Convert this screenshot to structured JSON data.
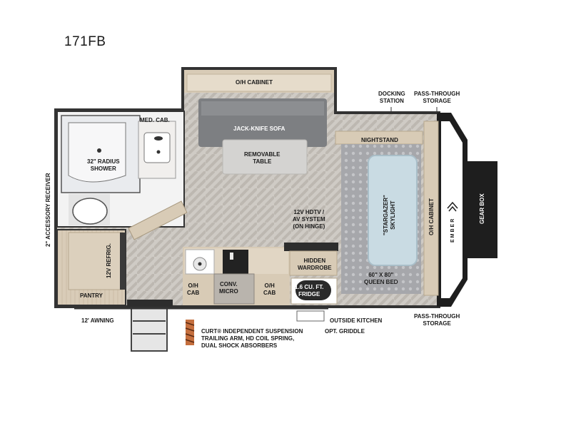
{
  "model": "171FB",
  "labels": {
    "oh_cabinet_top": "O/H CABINET",
    "docking_station": "DOCKING\nSTATION",
    "pass_through_top": "PASS-THROUGH\nSTORAGE",
    "med_cab": "MED. CAB.",
    "jack_knife_sofa": "JACK-KNIFE SOFA",
    "nightstand": "NIGHTSTAND",
    "shower": "32\" RADIUS\nSHOWER",
    "removable_table": "REMOVABLE\nTABLE",
    "accessory_receiver": "2\" ACCESSORY RECEIVER",
    "stargazer": "\"STARGAZER\"\nSKYLIGHT",
    "oh_cabinet_right": "O/H CABINET",
    "ember_logo": "EMBER",
    "gear_box": "GEAR BOX",
    "hdtv": "12V HDTV /\nAV SYSTEM\n(ON HINGE)",
    "refrigerator": "12V REFRIG.",
    "hidden_wardrobe": "HIDDEN\nWARDROBE",
    "queen_bed": "60\" X 80\"\nQUEEN BED",
    "oh_cab_left": "O/H\nCAB",
    "conv_micro": "CONV.\nMICRO",
    "oh_cab_right": "O/H\nCAB",
    "fridge": "1.6 CU. FT.\nFRIDGE",
    "pantry": "PANTRY",
    "awning": "12' AWNING",
    "outside_kitchen": "OUTSIDE KITCHEN",
    "griddle": "OPT. GRIDDLE",
    "pass_through_bottom": "PASS-THROUGH\nSTORAGE",
    "suspension": "CURT® INDEPENDENT SUSPENSION\nTRAILING ARM, HD COIL SPRING,\nDUAL SHOCK ABSORBERS"
  },
  "colors": {
    "floor": "#c9c6c1",
    "cabinet": "#d8cbb6",
    "sofa": "#7d7f82",
    "bed": "#a9aaae",
    "skylight": "#c9dbe3",
    "wall": "#3a3a3a",
    "frame": "#1e1e1e"
  }
}
